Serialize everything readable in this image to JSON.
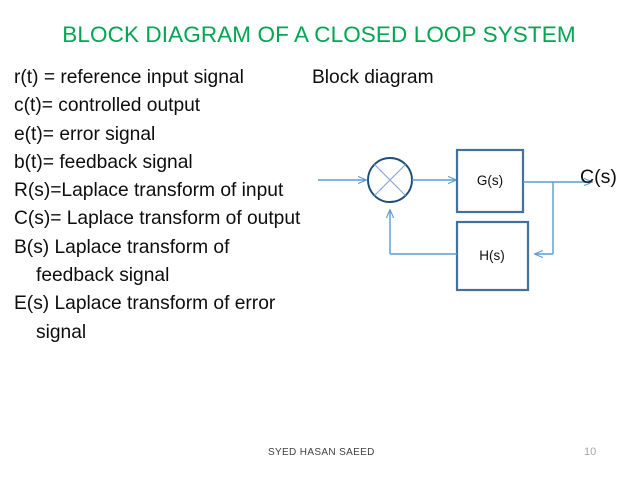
{
  "slide": {
    "title": "BLOCK DIAGRAM OF A CLOSED LOOP SYSTEM",
    "title_color": "#00A651",
    "background_color": "#FFFFFF",
    "body_text_color": "#0D0D0D"
  },
  "definitions": [
    "r(t) = reference input signal",
    "c(t)= controlled output",
    "e(t)= error signal",
    "b(t)= feedback signal",
    "R(s)=Laplace transform of input",
    "C(s)= Laplace transform of output",
    "B(s) Laplace transform of feedback signal",
    "E(s) Laplace transform of error signal"
  ],
  "diagram": {
    "heading": "Block diagram",
    "summing_junction_symbol": "cross",
    "forward_block_label": "G(s)",
    "feedback_block_label": "H(s)",
    "output_label": "C(s)",
    "line_color": "#5B9BD5",
    "block_border_color": "#41719C",
    "block_fill_color": "#FFFFFF",
    "junction_border_color": "#1F4E79"
  },
  "footer": {
    "author": "SYED HASAN SAEED",
    "page_number": "10",
    "author_color": "#404040",
    "page_number_color": "#A6A6A6"
  }
}
